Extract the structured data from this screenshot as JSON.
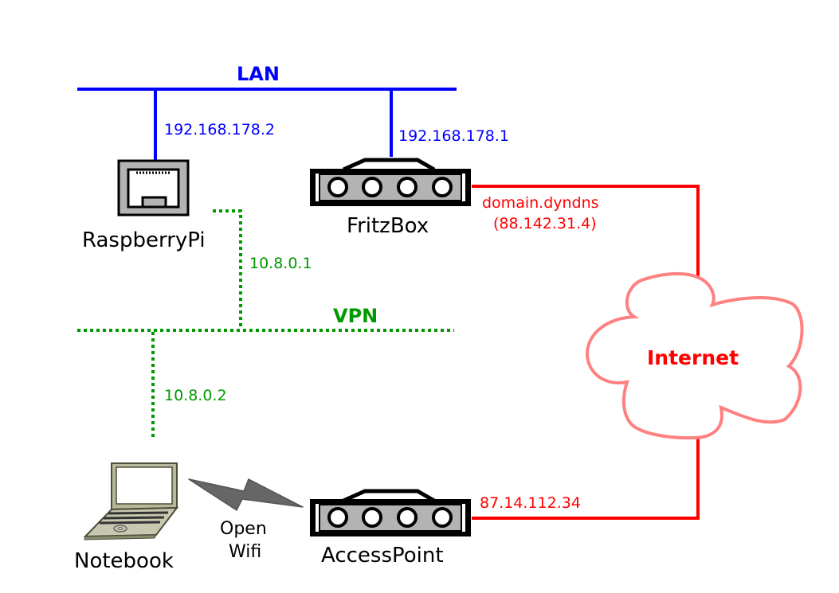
{
  "colors": {
    "lan": "#0000ff",
    "vpn": "#009900",
    "internet": "#ff0000",
    "cloud_outline": "#ff8080",
    "device_gray": "#b3b3b3",
    "laptop_body": "#c8c8b0",
    "wifi_bolt": "#666666"
  },
  "networks": {
    "lan": {
      "label": "LAN"
    },
    "vpn": {
      "label": "VPN"
    },
    "internet": {
      "label": "Internet"
    }
  },
  "devices": {
    "raspberrypi": {
      "label": "RaspberryPi",
      "icon": "ethernet-port-icon",
      "lan_ip": "192.168.178.2",
      "vpn_ip": "10.8.0.1"
    },
    "fritzbox": {
      "label": "FritzBox",
      "icon": "router-icon",
      "lan_ip": "192.168.178.1",
      "wan_host": "domain.dyndns",
      "wan_ip": "(88.142.31.4)"
    },
    "notebook": {
      "label": "Notebook",
      "icon": "laptop-icon",
      "vpn_ip": "10.8.0.2"
    },
    "accesspoint": {
      "label": "AccessPoint",
      "icon": "router-icon",
      "wan_ip": "87.14.112.34"
    }
  },
  "links": {
    "wifi": {
      "label_line1": "Open",
      "label_line2": "Wifi"
    }
  }
}
